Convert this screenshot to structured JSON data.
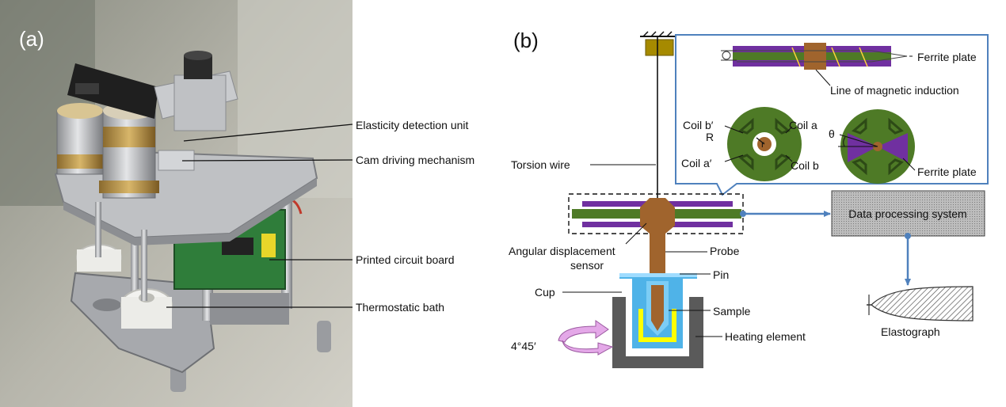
{
  "panel_a": {
    "tag": "(a)",
    "labels": {
      "elasticity": "Elasticity detection unit",
      "cam": "Cam driving mechanism",
      "pcb": "Printed circuit board",
      "bath": "Thermostatic bath"
    }
  },
  "panel_b": {
    "tag": "(b)",
    "labels": {
      "torsion_wire": "Torsion wire",
      "angular_sensor_1": "Angular displacement",
      "angular_sensor_2": "sensor",
      "probe": "Probe",
      "pin": "Pin",
      "cup": "Cup",
      "sample": "Sample",
      "heating": "Heating element",
      "angle": "4°45′",
      "data_processing": "Data processing system",
      "elastograph": "Elastograph"
    },
    "inset": {
      "ferrite_top": "Ferrite plate",
      "magnetic_line": "Line of magnetic induction",
      "coil_b_prime": "Coil b′",
      "coil_a": "Coil a",
      "R": "R",
      "r": "r",
      "coil_a_prime": "Coil a′",
      "coil_b": "Coil b",
      "theta": "θ",
      "ferrite_bottom": "Ferrite plate"
    }
  },
  "colors": {
    "frame_blue": "#4f81bd",
    "purple": "#7030a0",
    "coil_green": "#4e7a26",
    "probe_brown": "#a0642d",
    "water_blue": "#4fb3e8",
    "yellow": "#ffff00",
    "cup_gray": "#5a5a5a",
    "mount_olive": "#a68a00",
    "arrow_pink": "#e4a8e8"
  }
}
